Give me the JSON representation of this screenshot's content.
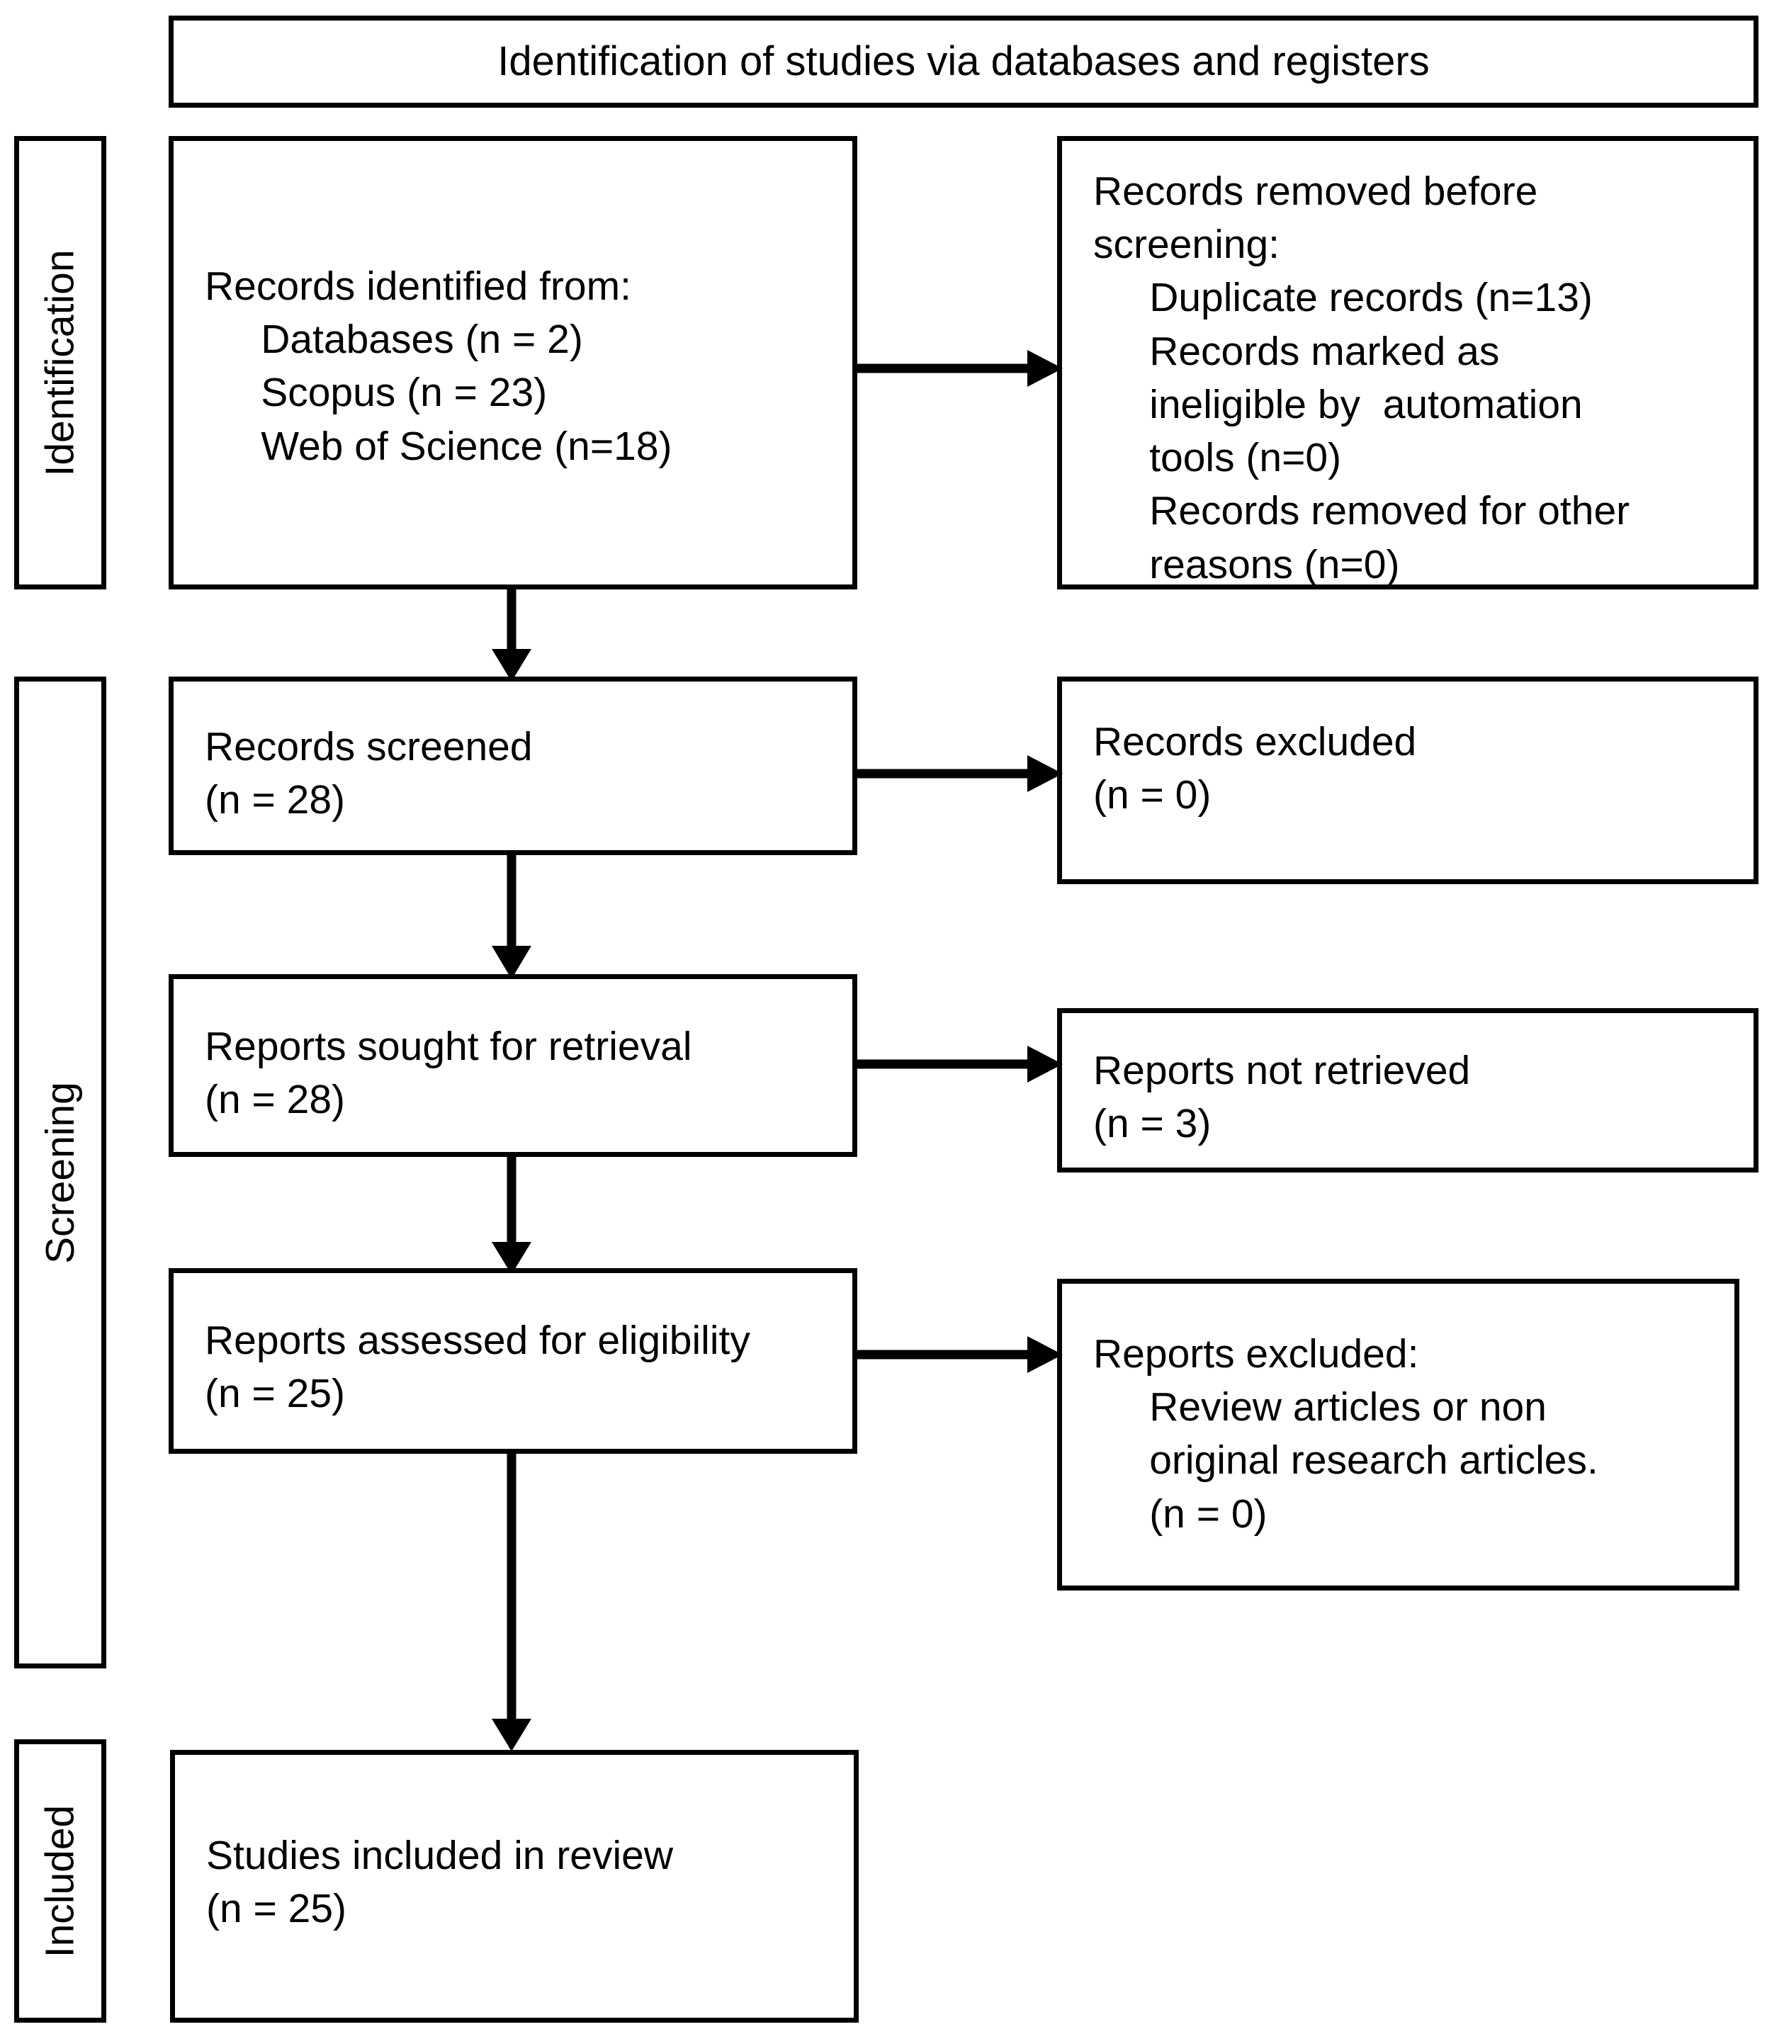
{
  "diagram": {
    "type": "prisma-flow-diagram",
    "header": {
      "title": "Identification of studies via databases and registers"
    },
    "stages": [
      {
        "id": "identification",
        "label": "Identification"
      },
      {
        "id": "screening",
        "label": "Screening"
      },
      {
        "id": "included",
        "label": "Included"
      }
    ],
    "boxes": {
      "records_identified": {
        "text": "Records identified from:\n     Databases (n = 2)\n     Scopus (n = 23)\n     Web of Science (n=18)"
      },
      "records_removed": {
        "text": "Records removed before\nscreening:\n     Duplicate records (n=13)\n     Records marked as\n     ineligible by  automation\n     tools (n=0)\n     Records removed for other\n     reasons (n=0)"
      },
      "records_screened": {
        "text": "Records screened\n(n = 28)"
      },
      "records_excluded": {
        "text": "Records excluded\n(n = 0)"
      },
      "reports_sought": {
        "text": "Reports sought for retrieval\n(n = 28)"
      },
      "reports_not_retrieved": {
        "text": "Reports not retrieved\n(n = 3)"
      },
      "reports_assessed": {
        "text": "Reports assessed for eligibility\n(n = 25)"
      },
      "reports_excluded": {
        "text": "Reports excluded:\n     Review articles or non\n     original research articles.\n     (n = 0)"
      },
      "studies_included": {
        "text": "Studies included in review\n(n = 25)"
      }
    },
    "colors": {
      "stroke": "#000000",
      "fill": "#ffffff",
      "text": "#000000"
    }
  }
}
